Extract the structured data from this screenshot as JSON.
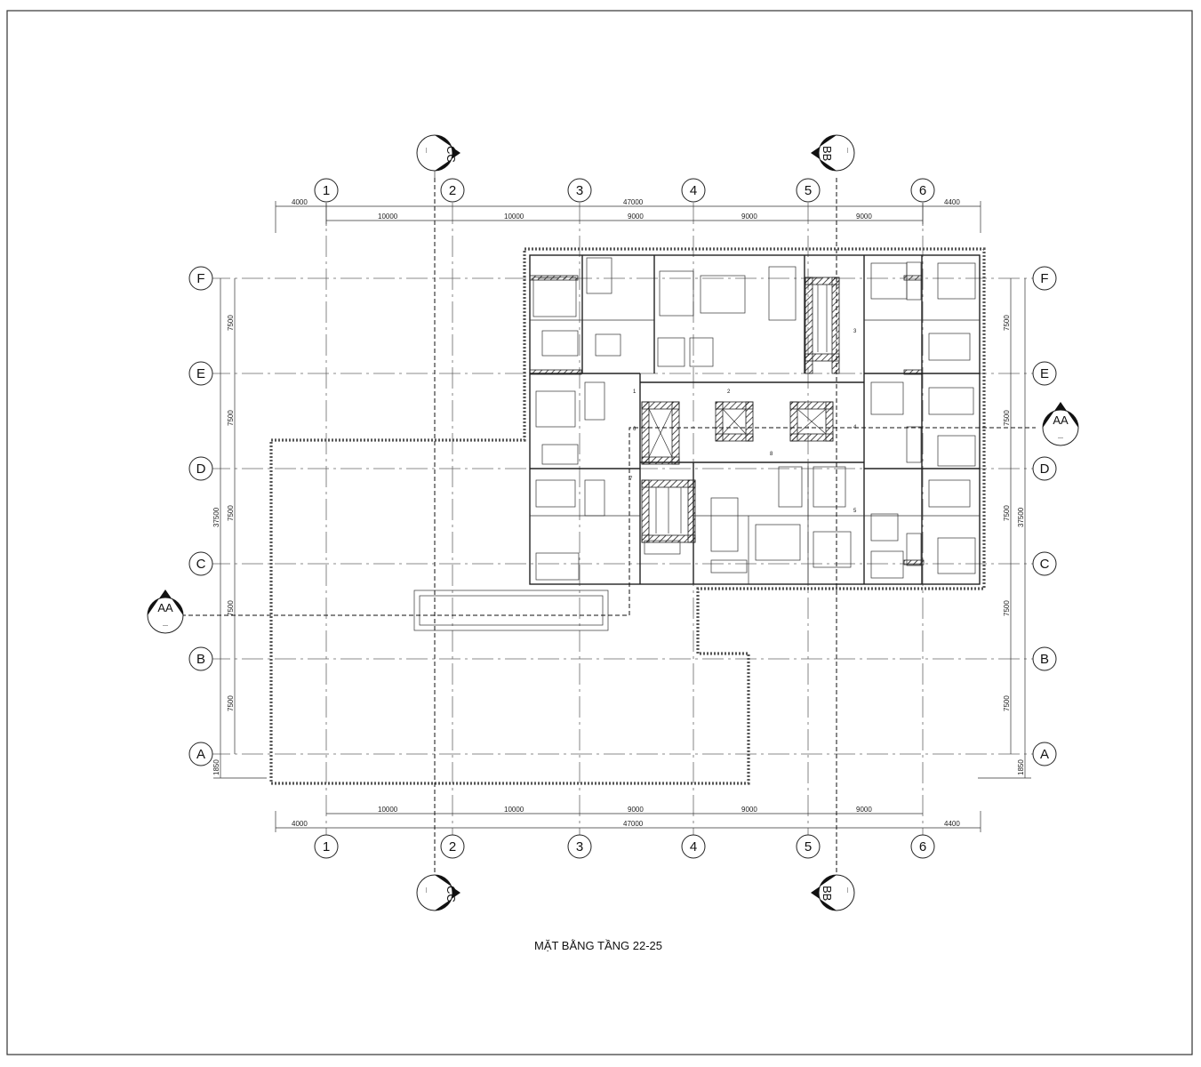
{
  "drawing": {
    "title": "MẶT BẰNG TẦNG 22-25"
  },
  "grid_columns": [
    "1",
    "2",
    "3",
    "4",
    "5",
    "6"
  ],
  "grid_rows": [
    "F",
    "E",
    "D",
    "C",
    "B",
    "A"
  ],
  "dimensions": {
    "top_total": "47000",
    "bottom_total": "47000",
    "left_offset": "4000",
    "right_offset": "4400",
    "bays": [
      "10000",
      "10000",
      "9000",
      "9000",
      "9000"
    ],
    "row_spacing": [
      "7500",
      "7500",
      "7500",
      "7500",
      "7500"
    ],
    "overall_height": "37500",
    "edge_offset": "1850"
  },
  "sections": {
    "aa": {
      "label": "AA",
      "sub": "---"
    },
    "bb": {
      "label": "BB",
      "sub": "---"
    },
    "cc": {
      "label": "CC",
      "sub": "---"
    }
  },
  "apartment_numbers": [
    "1",
    "2",
    "3",
    "4",
    "5",
    "6",
    "7",
    "8"
  ]
}
